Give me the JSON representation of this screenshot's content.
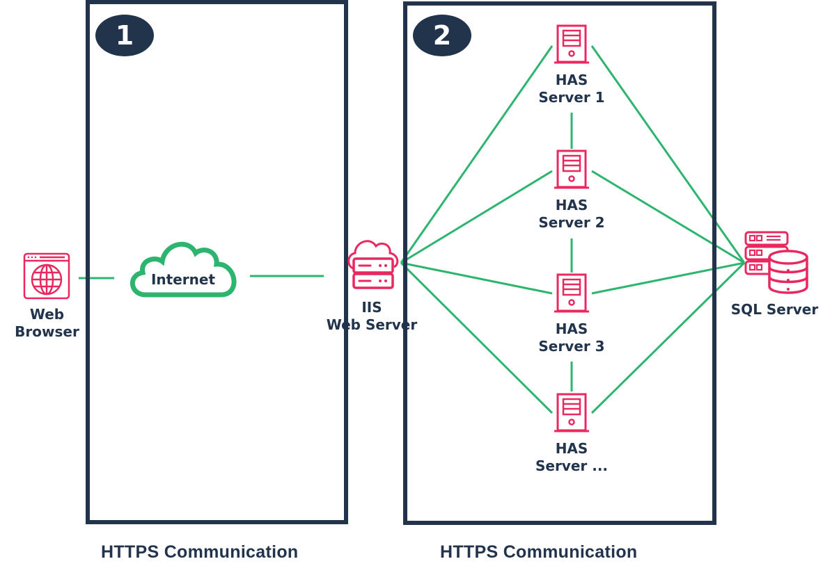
{
  "colors": {
    "zone_border": "#22344c",
    "connector": "#2db56f",
    "icon": "#e8285f",
    "text": "#22344c"
  },
  "zones": [
    {
      "badge": "1",
      "caption": "HTTPS Communication"
    },
    {
      "badge": "2",
      "caption": "HTTPS Communication"
    }
  ],
  "nodes": {
    "web_browser": {
      "line1": "Web",
      "line2": "Browser",
      "icon": "browser-globe-icon"
    },
    "internet": {
      "label": "Internet",
      "icon": "cloud-icon"
    },
    "iis": {
      "line1": "IIS",
      "line2": "Web Server",
      "icon": "cloud-server-icon"
    },
    "has_servers": [
      {
        "line1": "HAS",
        "line2": "Server 1",
        "icon": "server-tower-icon"
      },
      {
        "line1": "HAS",
        "line2": "Server 2",
        "icon": "server-tower-icon"
      },
      {
        "line1": "HAS",
        "line2": "Server 3",
        "icon": "server-tower-icon"
      },
      {
        "line1": "HAS",
        "line2": "Server ...",
        "icon": "server-tower-icon"
      }
    ],
    "sql": {
      "label": "SQL Server",
      "icon": "database-server-icon"
    }
  },
  "connections": [
    [
      "web_browser",
      "internet"
    ],
    [
      "internet",
      "iis"
    ],
    [
      "iis",
      "has_1"
    ],
    [
      "iis",
      "has_2"
    ],
    [
      "iis",
      "has_3"
    ],
    [
      "iis",
      "has_4"
    ],
    [
      "has_1",
      "has_2"
    ],
    [
      "has_2",
      "has_3"
    ],
    [
      "has_3",
      "has_4"
    ],
    [
      "has_1",
      "sql"
    ],
    [
      "has_2",
      "sql"
    ],
    [
      "has_3",
      "sql"
    ],
    [
      "has_4",
      "sql"
    ]
  ]
}
